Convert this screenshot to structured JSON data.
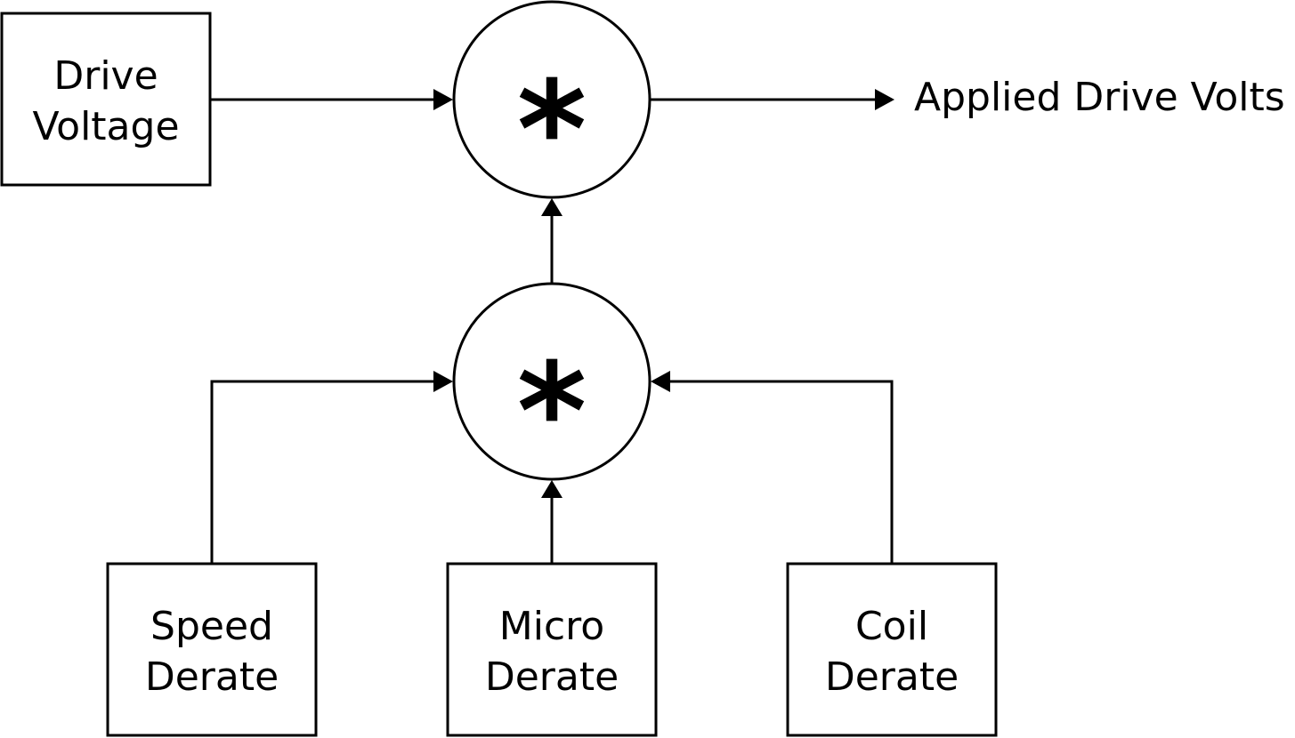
{
  "blocks": {
    "drive_voltage": {
      "line1": "Drive",
      "line2": "Voltage"
    },
    "speed_derate": {
      "line1": "Speed",
      "line2": "Derate"
    },
    "micro_derate": {
      "line1": "Micro",
      "line2": "Derate"
    },
    "coil_derate": {
      "line1": "Coil",
      "line2": "Derate"
    }
  },
  "operators": {
    "top_multiply": "*",
    "bottom_multiply": "*"
  },
  "output": {
    "label": "Applied Drive Volts"
  },
  "colors": {
    "stroke": "#000000",
    "fill": "#ffffff"
  }
}
